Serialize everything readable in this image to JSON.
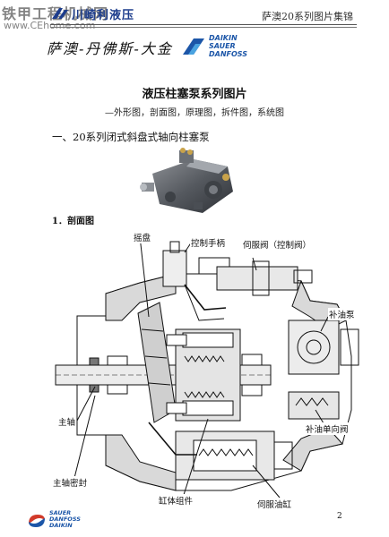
{
  "watermark": {
    "line1": "铁甲工程机械网",
    "line2": "www.CEhome.com"
  },
  "header": {
    "brand": "川崎利液压",
    "title": "萨澳20系列图片集锦"
  },
  "banner": {
    "chinese_name": "萨澳-丹佛斯-大金",
    "logo_lines": [
      "DAIKIN",
      "SAUER",
      "DANFOSS"
    ]
  },
  "document": {
    "title": "液压柱塞泵系列图片",
    "subtitle": "—外形图，剖面图，原理图，拆件图，系统图",
    "section_heading": "一、20系列闭式斜盘式轴向柱塞泵",
    "figure_label": "1．剖面图"
  },
  "diagram_labels": {
    "swashplate": "摇盘",
    "control_handle": "控制手柄",
    "servo_valve": "伺服阀（控制阀）",
    "charge_pump": "补油泵",
    "main_shaft": "主轴",
    "charge_check_valve": "补油单向阀",
    "shaft_seal": "主轴密封",
    "cylinder_kit": "缸体组件",
    "servo_cylinder": "伺服油缸"
  },
  "footer": {
    "logo_lines": [
      "SAUER",
      "DANFOSS",
      "DAIKIN"
    ],
    "page_number": "2"
  },
  "colors": {
    "brand_blue": "#1c56a8",
    "header_blue": "#1c3c8c"
  }
}
